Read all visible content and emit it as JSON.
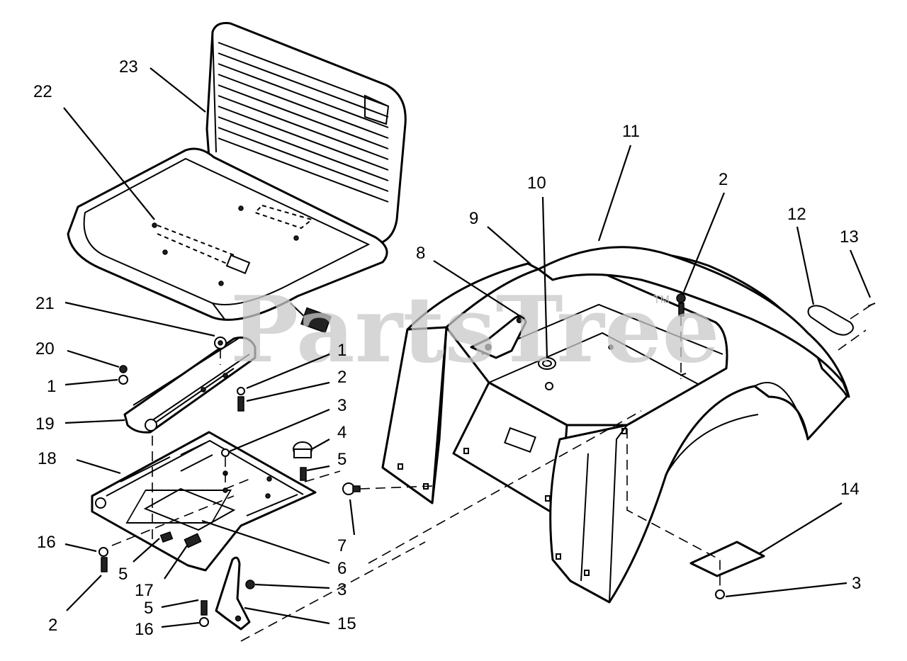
{
  "watermark": {
    "text": "PartsTree",
    "trademark": "TM"
  },
  "callouts": [
    {
      "id": "c1a",
      "label": "1"
    },
    {
      "id": "c1b",
      "label": "1"
    },
    {
      "id": "c2a",
      "label": "2"
    },
    {
      "id": "c2b",
      "label": "2"
    },
    {
      "id": "c2c",
      "label": "2"
    },
    {
      "id": "c3a",
      "label": "3"
    },
    {
      "id": "c3b",
      "label": "3"
    },
    {
      "id": "c3c",
      "label": "3"
    },
    {
      "id": "c4",
      "label": "4"
    },
    {
      "id": "c5a",
      "label": "5"
    },
    {
      "id": "c5b",
      "label": "5"
    },
    {
      "id": "c5c",
      "label": "5"
    },
    {
      "id": "c6",
      "label": "6"
    },
    {
      "id": "c7",
      "label": "7"
    },
    {
      "id": "c8",
      "label": "8"
    },
    {
      "id": "c9",
      "label": "9"
    },
    {
      "id": "c10",
      "label": "10"
    },
    {
      "id": "c11",
      "label": "11"
    },
    {
      "id": "c12",
      "label": "12"
    },
    {
      "id": "c13",
      "label": "13"
    },
    {
      "id": "c14",
      "label": "14"
    },
    {
      "id": "c15",
      "label": "15"
    },
    {
      "id": "c16a",
      "label": "16"
    },
    {
      "id": "c16b",
      "label": "16"
    },
    {
      "id": "c17",
      "label": "17"
    },
    {
      "id": "c18",
      "label": "18"
    },
    {
      "id": "c19",
      "label": "19"
    },
    {
      "id": "c20",
      "label": "20"
    },
    {
      "id": "c21",
      "label": "21"
    },
    {
      "id": "c22",
      "label": "22"
    },
    {
      "id": "c23",
      "label": "23"
    }
  ]
}
